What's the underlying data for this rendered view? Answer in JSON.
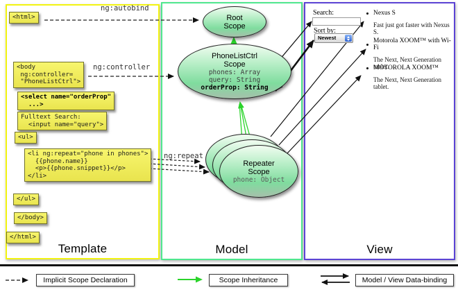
{
  "columns": {
    "template": "Template",
    "model": "Model",
    "view": "View"
  },
  "connector_labels": {
    "ng_autobind": "ng:autobind",
    "ng_controller": "ng:controller",
    "ng_repeat": "ng:repeat"
  },
  "template_code": {
    "html_open": "<html>",
    "body_open": "<body\n ng:controller=\n \"PhoneListCtrl\">",
    "select_tag": "<select name=\"orderProp\"\n  ...>",
    "fulltext_search": "Fulltext Search:\n  <input name=\"query\">",
    "ul_open": "<ul>",
    "li_repeat": "<li ng:repeat=\"phone in phones\">\n  {{phone.name}}\n  <p>{{phone.snippet}}</p>\n</li>",
    "ul_close": "</ul>",
    "body_close": "</body>",
    "html_close": "</html>"
  },
  "model_scopes": {
    "root": {
      "title": "Root\nScope"
    },
    "phone_list_ctrl": {
      "title": "PhoneListCtrl\nScope",
      "prop_phones": "phones: Array",
      "prop_query": "query: String",
      "prop_order": "orderProp: String"
    },
    "repeater": {
      "title": "Repeater\nScope",
      "prop_phone": "phone: Object"
    }
  },
  "view_panel": {
    "search_label": "Search:",
    "sort_label": "Sort by:",
    "sort_value": "Newest",
    "items": [
      {
        "name": "Nexus S",
        "desc": "Fast just got faster with Nexus S."
      },
      {
        "name": "Motorola XOOM™ with Wi-Fi",
        "desc": "The Next, Next Generation tablet."
      },
      {
        "name": "MOTOROLA XOOM™",
        "desc": "The Next, Next Generation tablet."
      }
    ]
  },
  "legend": {
    "implicit_scope": "Implicit Scope Declaration",
    "scope_inheritance": "Scope Inheritance",
    "data_binding": "Model / View Data-binding"
  },
  "colors": {
    "template_border": "#f2f411",
    "model_border": "#4fe78e",
    "view_border": "#5b43d4",
    "code_box_fill": "#f5f263",
    "scope_fill_green": "#82dda0",
    "inheritance_green": "#2bd42b"
  }
}
